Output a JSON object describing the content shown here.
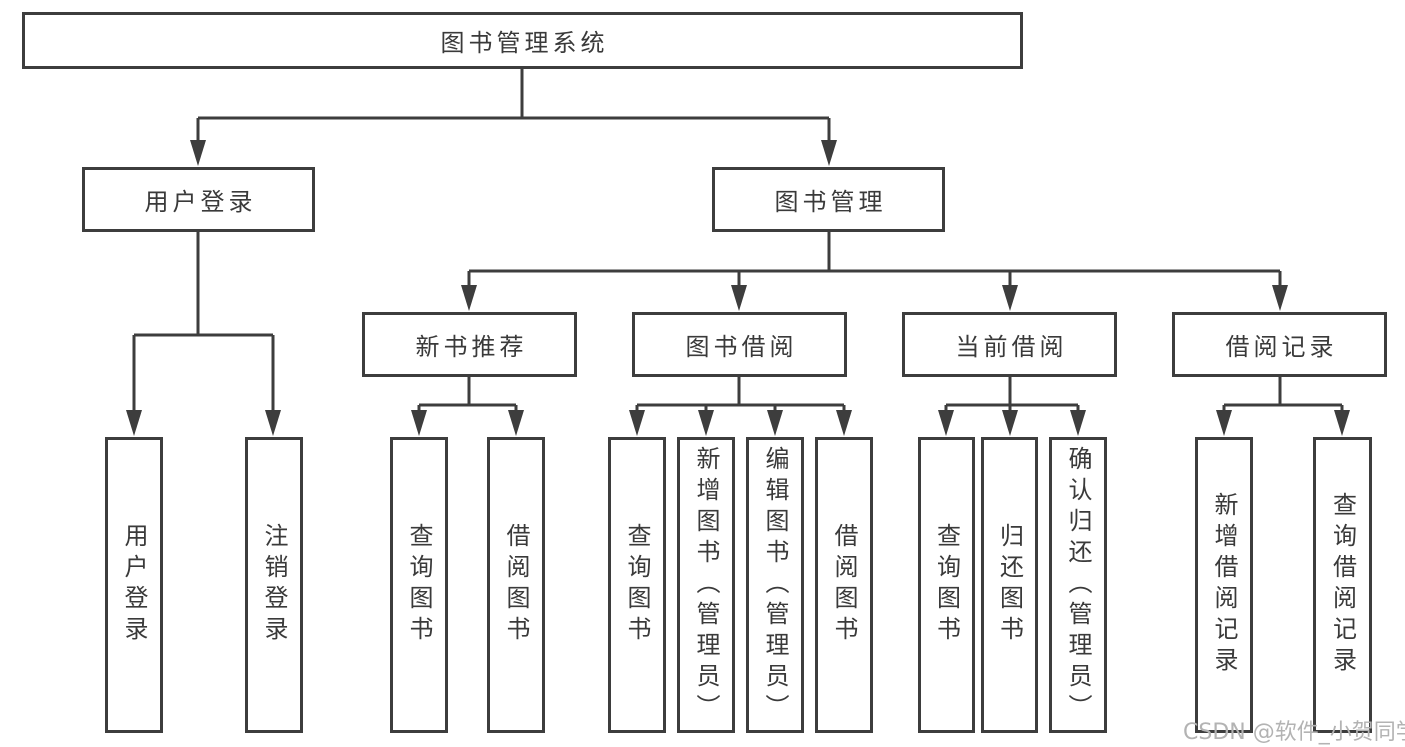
{
  "colors": {
    "line": "#3d3d3d",
    "text": "#3a3a3a",
    "watermark": "#b3b3b3",
    "background": "#ffffff"
  },
  "watermark": "CSDN @软件_小贺同学",
  "nodes": {
    "root": "图书管理系统",
    "user_login": "用户登录",
    "book_mgmt": "图书管理",
    "new_book_rec": "新书推荐",
    "book_borrow": "图书借阅",
    "current_borrow": "当前借阅",
    "borrow_record": "借阅记录",
    "ul_login": "用户登录",
    "ul_logout": "注销登录",
    "nb_query": "查询图书",
    "nb_borrow": "借阅图书",
    "bb_query": "查询图书",
    "bb_add": "新增图书（管理员）",
    "bb_edit": "编辑图书（管理员）",
    "bb_borrow": "借阅图书",
    "cb_query": "查询图书",
    "cb_return": "归还图书",
    "cb_confirm": "确认归还（管理员）",
    "br_add": "新增借阅记录",
    "br_query": "查询借阅记录"
  }
}
